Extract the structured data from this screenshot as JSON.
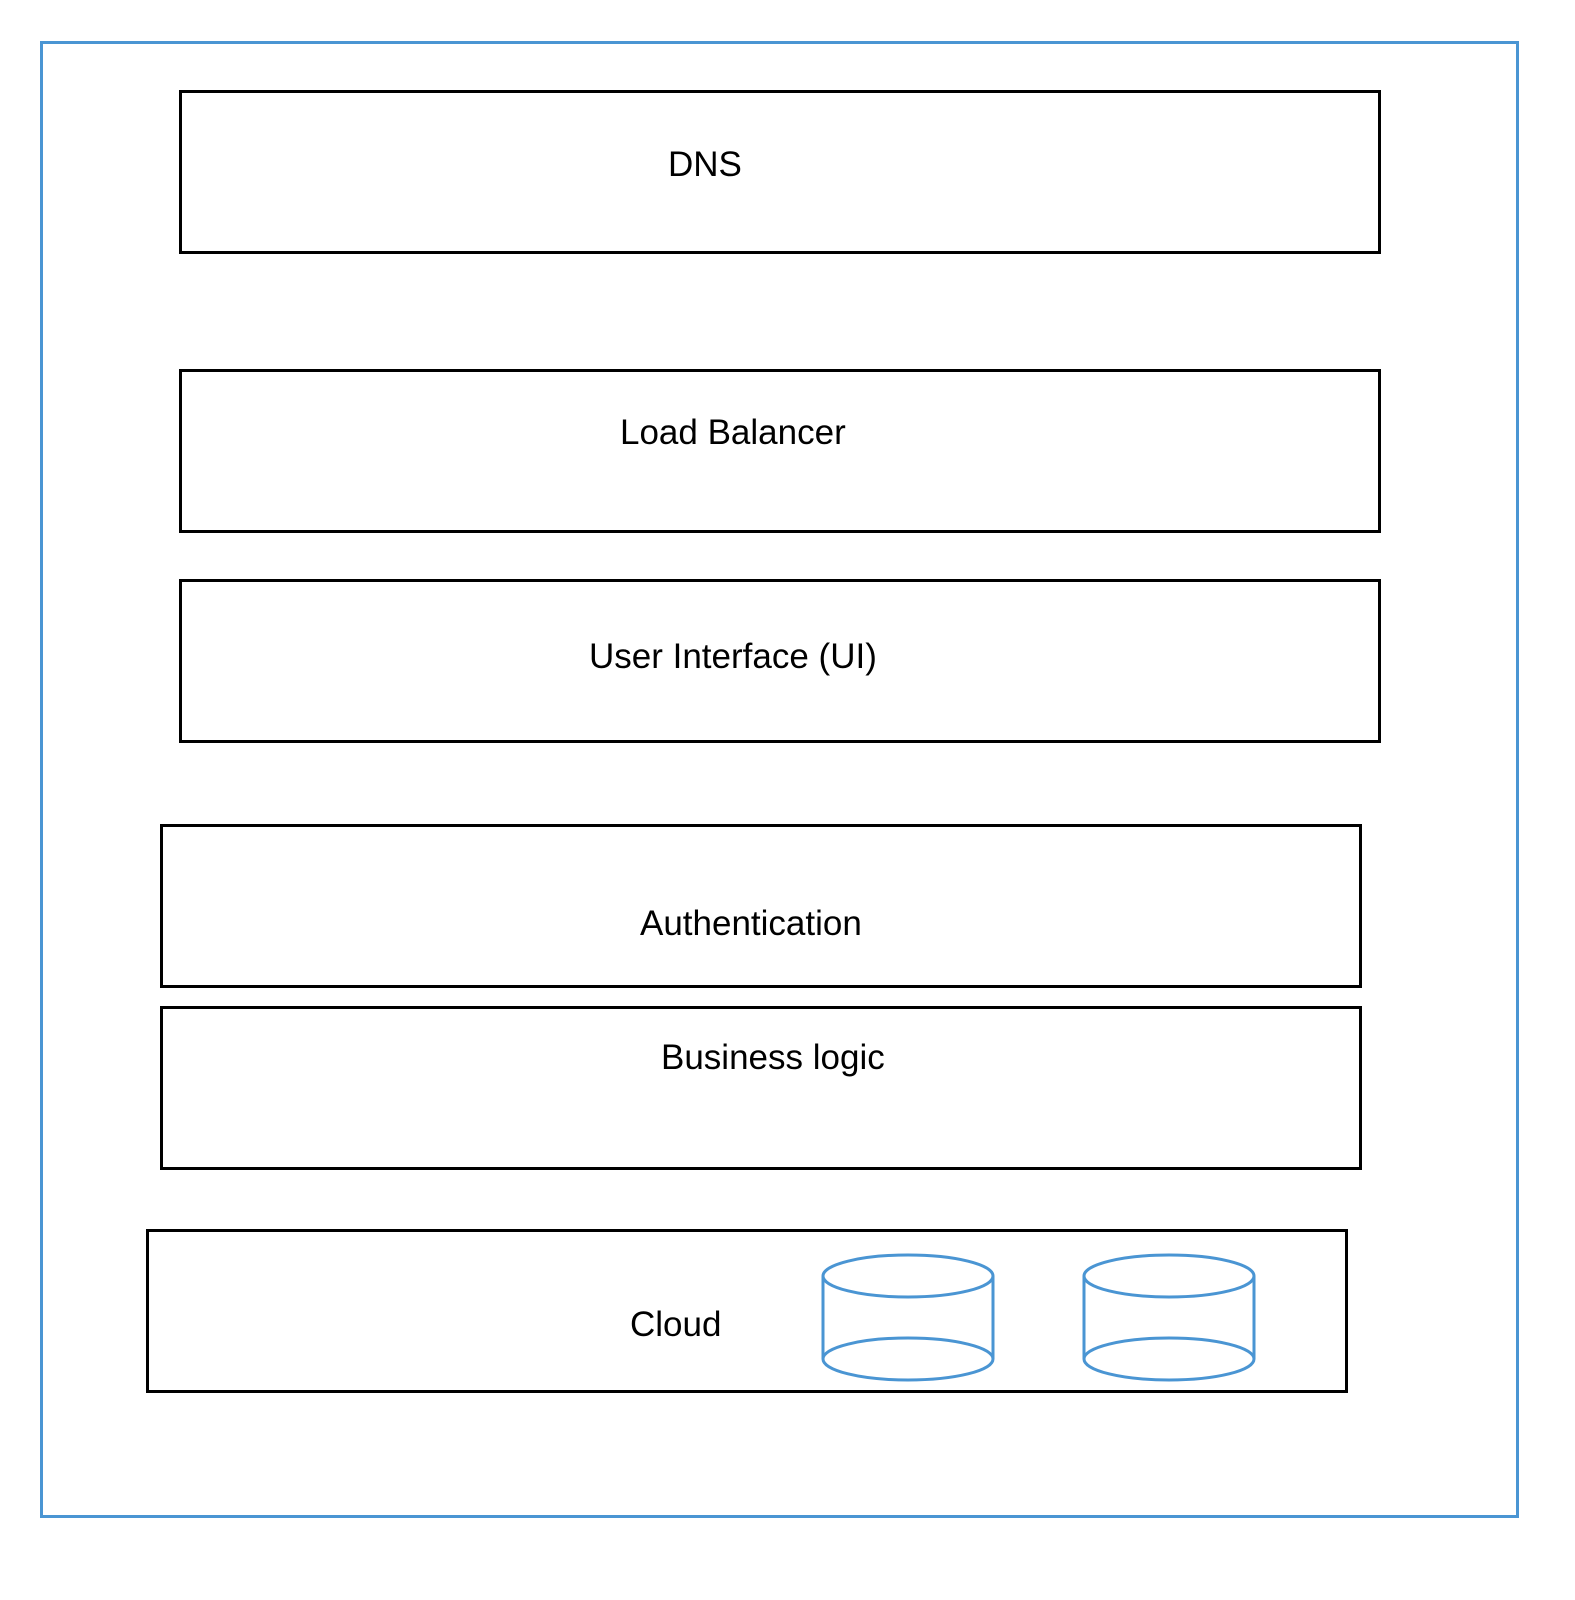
{
  "diagram": {
    "frame_color": "#4a95d3",
    "box_border_color": "#000000",
    "database_icon_color": "#4a95d3",
    "layers": [
      {
        "label": "DNS"
      },
      {
        "label": "Load Balancer"
      },
      {
        "label": "User Interface (UI)"
      },
      {
        "label": "Authentication"
      },
      {
        "label": "Business logic"
      },
      {
        "label": "Cloud",
        "icons": [
          "database-icon",
          "database-icon"
        ]
      }
    ]
  }
}
